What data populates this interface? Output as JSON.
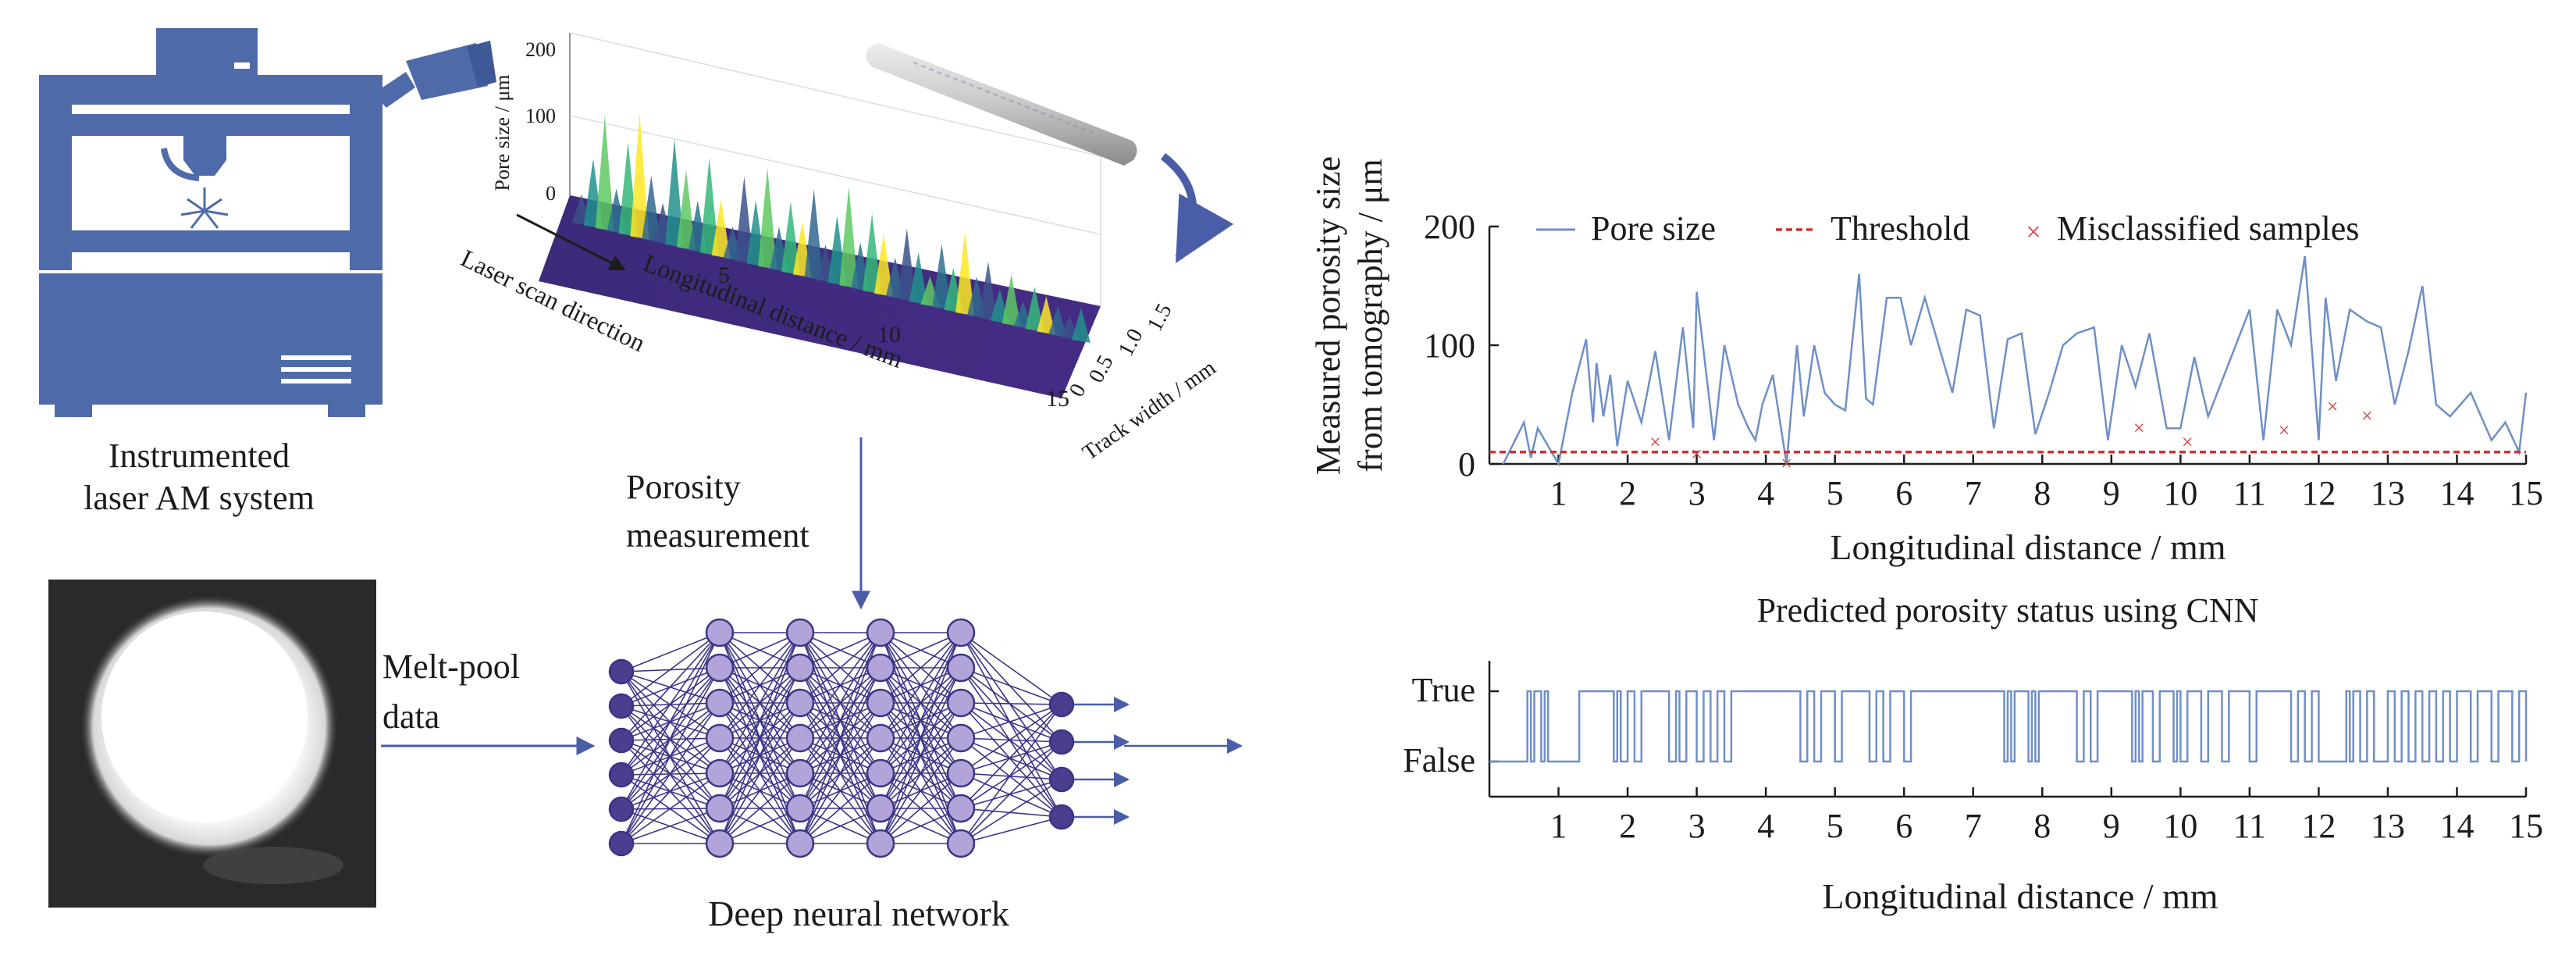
{
  "labels": {
    "am_system_line1": "Instrumented",
    "am_system_line2": "laser AM system",
    "scan_direction": "Laser scan direction",
    "porosity_line1": "Porosity",
    "porosity_line2": "measurement",
    "meltpool_line1": "Melt-pool",
    "meltpool_line2": "data",
    "network": "Deep neural network"
  },
  "surface_plot": {
    "z_label": "Pore size / μm",
    "x_label": "Longitudinal distance / mm",
    "y_label": "Track width / mm",
    "z_ticks": [
      "0",
      "100",
      "200"
    ],
    "x_ticks": [
      "5",
      "10",
      "15"
    ],
    "y_ticks": [
      "0",
      "0.5",
      "1.0",
      "1.5"
    ]
  },
  "chart_data": [
    {
      "type": "line",
      "ylabel_line1": "Measured porosity size",
      "ylabel_line2": "from tomography / μm",
      "xlabel": "Longitudinal distance / mm",
      "xlim": [
        0,
        15
      ],
      "ylim": [
        0,
        200
      ],
      "x_ticks": [
        "1",
        "2",
        "3",
        "4",
        "5",
        "6",
        "7",
        "8",
        "9",
        "10",
        "11",
        "12",
        "13",
        "14",
        "15"
      ],
      "y_ticks": [
        "0",
        "100",
        "200"
      ],
      "legend_position": "top",
      "colors": {
        "pore_size": "#6f8fc7",
        "threshold": "#cc3333",
        "misclassified": "#cc4444"
      },
      "series": [
        {
          "name": "Pore size",
          "x": [
            0.2,
            0.5,
            0.6,
            0.7,
            1.0,
            1.2,
            1.4,
            1.5,
            1.55,
            1.65,
            1.75,
            1.85,
            2.0,
            2.2,
            2.4,
            2.6,
            2.8,
            2.95,
            3.0,
            3.15,
            3.25,
            3.4,
            3.6,
            3.75,
            3.85,
            3.95,
            4.1,
            4.3,
            4.45,
            4.55,
            4.7,
            4.85,
            5.0,
            5.15,
            5.35,
            5.45,
            5.55,
            5.75,
            5.95,
            6.1,
            6.3,
            6.5,
            6.7,
            6.9,
            7.1,
            7.3,
            7.5,
            7.7,
            7.9,
            8.1,
            8.3,
            8.5,
            8.75,
            8.95,
            9.15,
            9.35,
            9.55,
            9.8,
            10.0,
            10.2,
            10.4,
            10.6,
            10.8,
            11.0,
            11.2,
            11.4,
            11.6,
            11.8,
            12.0,
            12.1,
            12.25,
            12.45,
            12.7,
            12.9,
            13.1,
            13.3,
            13.5,
            13.7,
            13.9,
            14.2,
            14.5,
            14.7,
            14.9,
            15.0
          ],
          "values": [
            0,
            35,
            5,
            30,
            0,
            60,
            105,
            35,
            85,
            40,
            75,
            15,
            70,
            35,
            95,
            20,
            115,
            30,
            145,
            70,
            20,
            100,
            50,
            30,
            20,
            50,
            75,
            0,
            100,
            40,
            100,
            60,
            50,
            45,
            160,
            55,
            50,
            140,
            140,
            100,
            140,
            100,
            60,
            130,
            125,
            30,
            105,
            110,
            25,
            60,
            100,
            110,
            115,
            20,
            100,
            65,
            110,
            30,
            30,
            90,
            40,
            70,
            100,
            130,
            20,
            130,
            100,
            175,
            20,
            140,
            70,
            130,
            120,
            115,
            50,
            95,
            150,
            50,
            40,
            60,
            20,
            35,
            10,
            60
          ]
        },
        {
          "name": "Threshold",
          "values": [
            10
          ]
        },
        {
          "name": "Misclassified samples",
          "x": [
            2.4,
            3.0,
            4.3,
            9.4,
            10.1,
            11.5,
            12.2,
            12.7
          ],
          "values": [
            18,
            8,
            0,
            30,
            18,
            28,
            48,
            40
          ]
        }
      ]
    },
    {
      "type": "line",
      "title": "Predicted porosity status using CNN",
      "xlabel": "Longitudinal distance / mm",
      "xlim": [
        0,
        15
      ],
      "categories": [
        "False",
        "True"
      ],
      "x_ticks": [
        "1",
        "2",
        "3",
        "4",
        "5",
        "6",
        "7",
        "8",
        "9",
        "10",
        "11",
        "12",
        "13",
        "14",
        "15"
      ],
      "colors": {
        "status": "#6f8fc7"
      },
      "series": [
        {
          "name": "",
          "x": [
            0.55,
            0.6,
            0.65,
            0.75,
            0.8,
            0.85,
            1.3,
            1.8,
            1.85,
            1.9,
            2.0,
            2.1,
            2.2,
            2.6,
            2.7,
            2.75,
            2.85,
            3.0,
            3.1,
            3.2,
            3.3,
            3.4,
            3.5,
            4.5,
            4.6,
            4.7,
            4.8,
            5.0,
            5.1,
            5.5,
            5.6,
            5.7,
            5.8,
            6.0,
            6.1,
            7.45,
            7.5,
            7.55,
            7.6,
            7.8,
            7.85,
            7.9,
            7.95,
            8.5,
            8.6,
            8.7,
            8.8,
            9.3,
            9.35,
            9.4,
            9.45,
            9.6,
            9.7,
            9.9,
            9.95,
            10.0,
            10.1,
            10.3,
            10.4,
            10.6,
            10.7,
            11.0,
            11.1,
            11.6,
            11.7,
            11.8,
            11.9,
            12.0,
            12.4,
            12.45,
            12.5,
            12.6,
            12.7,
            12.8,
            13.0,
            13.1,
            13.2,
            13.3,
            13.4,
            13.5,
            13.6,
            13.7,
            13.8,
            13.9,
            14.0,
            14.2,
            14.3,
            14.5,
            14.6,
            14.8,
            14.9,
            15.0
          ],
          "values": [
            1,
            0,
            1,
            0,
            1,
            0,
            1,
            0,
            1,
            0,
            1,
            0,
            1,
            0,
            1,
            0,
            1,
            0,
            1,
            0,
            1,
            0,
            1,
            0,
            1,
            0,
            1,
            0,
            1,
            0,
            1,
            0,
            1,
            0,
            1,
            0,
            1,
            0,
            1,
            0,
            1,
            0,
            1,
            0,
            1,
            0,
            1,
            0,
            1,
            0,
            1,
            0,
            1,
            0,
            1,
            0,
            1,
            0,
            1,
            0,
            1,
            0,
            1,
            0,
            1,
            0,
            1,
            0,
            1,
            0,
            1,
            0,
            1,
            0,
            1,
            0,
            1,
            0,
            1,
            0,
            1,
            0,
            1,
            0,
            1,
            0,
            1,
            0,
            1,
            0,
            1,
            0
          ]
        }
      ]
    }
  ]
}
